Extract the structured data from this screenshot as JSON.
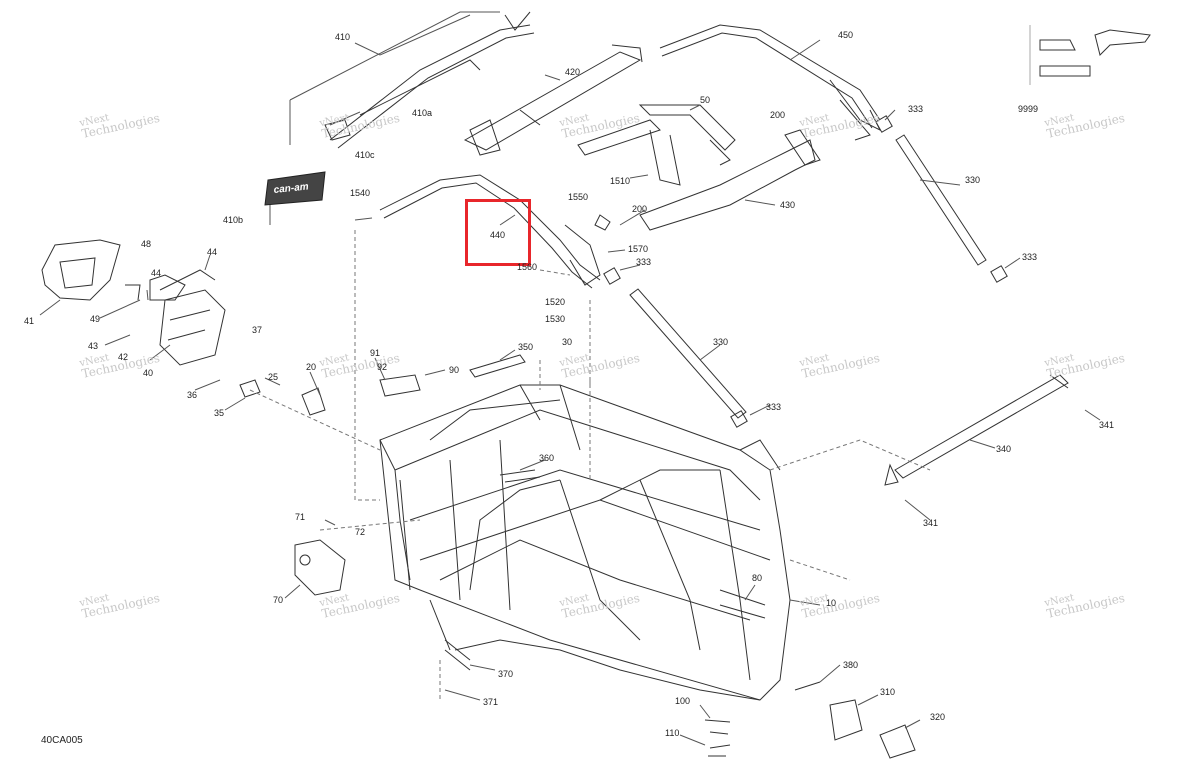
{
  "diagram": {
    "figure_code": "40CA005",
    "logo_text": "can-am",
    "highlight_color": "#e8262b",
    "highlighted_part": "440",
    "watermark": {
      "line1": "vNext",
      "line2": "Technologies"
    },
    "part_labels": [
      "410",
      "410a",
      "410c",
      "410b",
      "420",
      "450",
      "50",
      "200",
      "333",
      "9999",
      "330",
      "1510",
      "430",
      "1540",
      "440",
      "1550",
      "200",
      "1570",
      "333",
      "1520",
      "1530",
      "48",
      "44",
      "44",
      "41",
      "49",
      "37",
      "43",
      "42",
      "40",
      "36",
      "35",
      "25",
      "20",
      "91",
      "92",
      "90",
      "350",
      "30",
      "330",
      "333",
      "340",
      "341",
      "360",
      "71",
      "72",
      "70",
      "80",
      "10",
      "370",
      "371",
      "380",
      "310",
      "320",
      "100",
      "110",
      "341",
      "333",
      "1560"
    ]
  }
}
